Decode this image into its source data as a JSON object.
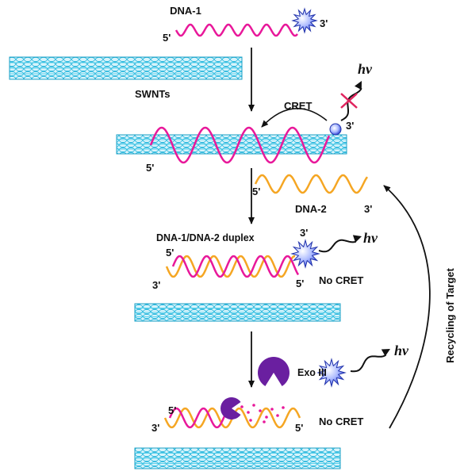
{
  "labels": {
    "dna1": "DNA-1",
    "swnts": "SWNTs",
    "cret": "CRET",
    "dna2": "DNA-2",
    "duplex": "DNA-1/DNA-2 duplex",
    "no_cret": "No CRET",
    "exo": "Exo III",
    "recycling": "Recycling of Target",
    "five_prime": "5'",
    "three_prime": "3'",
    "hv": "hν"
  },
  "colors": {
    "dna1": "#e8189a",
    "dna2": "#f5a623",
    "nanotube": "#33c6e6",
    "nanotube_dark": "#1a9fc4",
    "cross": "#e0245e",
    "exo": "#6a1fa0",
    "label": "#111111",
    "background": "#ffffff"
  },
  "icons": {
    "fluorophore": "star-burst-icon",
    "photon": "wavy-photon-arrow-icon",
    "enzyme": "pacman-enzyme-icon",
    "blocked": "x-cross-icon"
  }
}
